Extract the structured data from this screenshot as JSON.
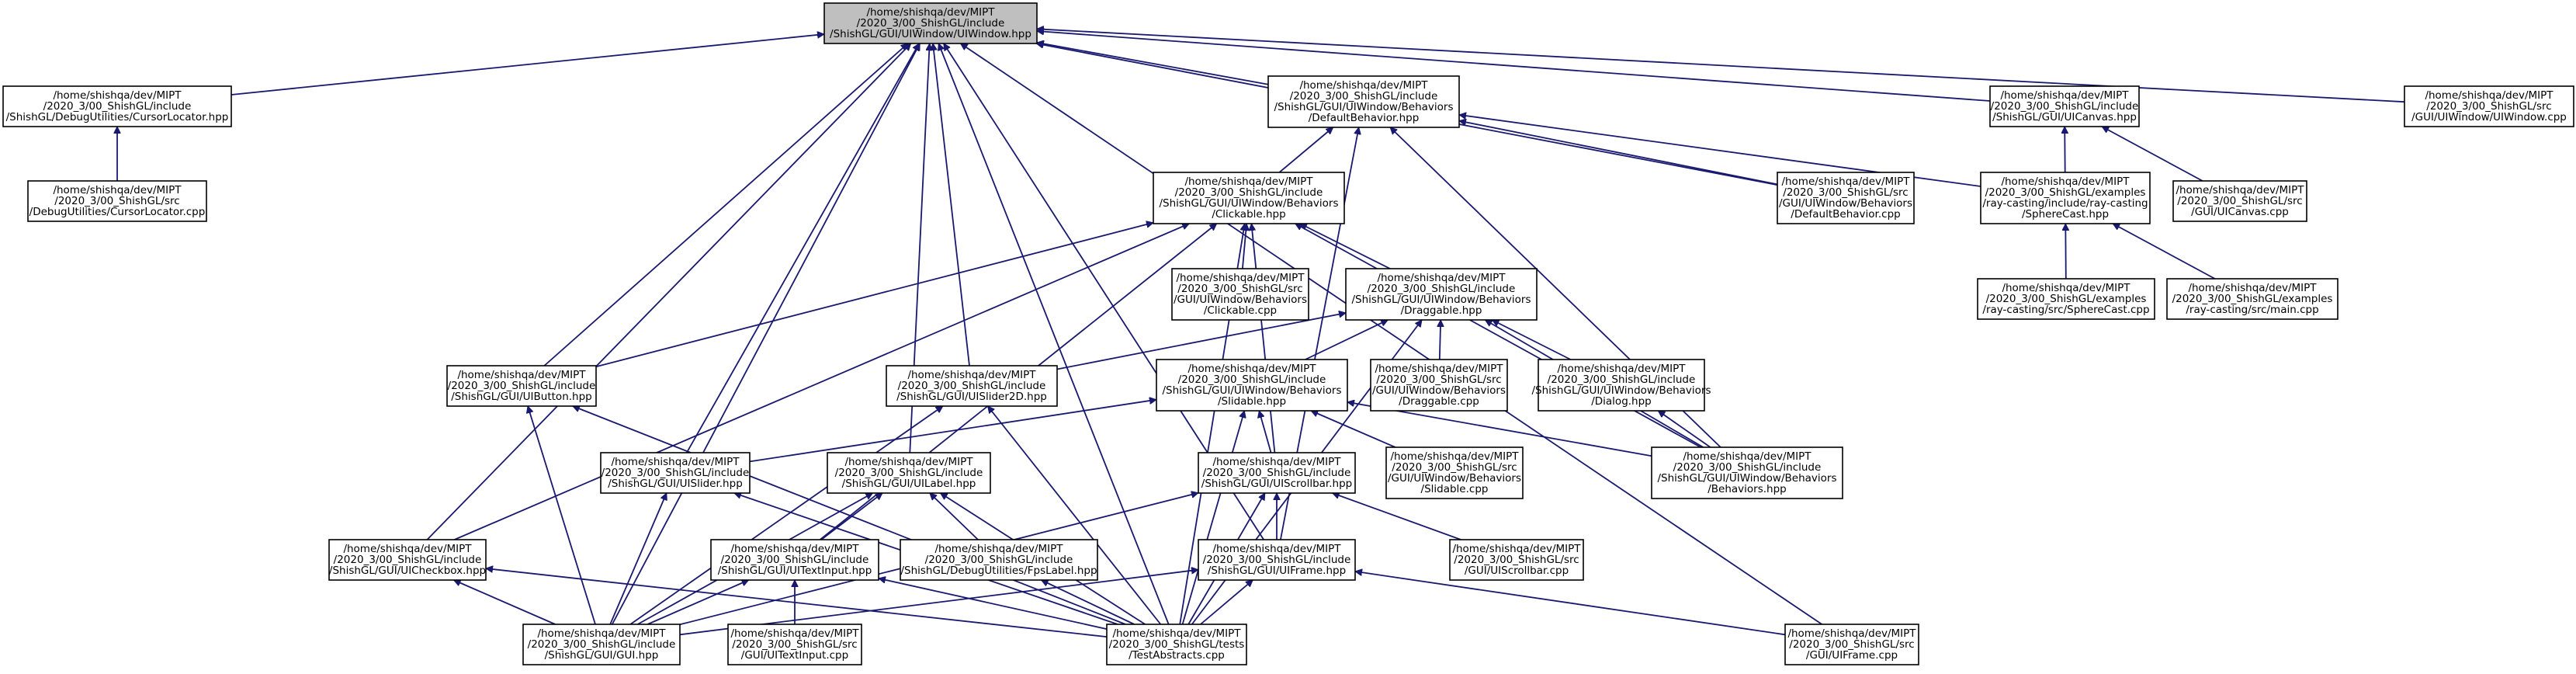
{
  "graph": {
    "colors": {
      "edge": "#191970",
      "node_border": "#000000",
      "node_fill": "#ffffff",
      "root_fill": "#bfbfbf"
    },
    "nodes": [
      {
        "id": "uiwindow_hpp",
        "root": true,
        "lines": [
          "/home/shishqa/dev/MIPT",
          "/2020_3/00_ShishGL/include",
          "/ShishGL/GUI/UIWindow/UIWindow.hpp"
        ]
      },
      {
        "id": "cursorlocator_hpp",
        "lines": [
          "/home/shishqa/dev/MIPT",
          "/2020_3/00_ShishGL/include",
          "/ShishGL/DebugUtilities/CursorLocator.hpp"
        ]
      },
      {
        "id": "cursorlocator_cpp",
        "lines": [
          "/home/shishqa/dev/MIPT",
          "/2020_3/00_ShishGL/src",
          "/DebugUtilities/CursorLocator.cpp"
        ]
      },
      {
        "id": "defaultbehavior_hpp",
        "lines": [
          "/home/shishqa/dev/MIPT",
          "/2020_3/00_ShishGL/include",
          "/ShishGL/GUI/UIWindow/Behaviors",
          "/DefaultBehavior.hpp"
        ]
      },
      {
        "id": "uicanvas_hpp",
        "lines": [
          "/home/shishqa/dev/MIPT",
          "/2020_3/00_ShishGL/include",
          "/ShishGL/GUI/UICanvas.hpp"
        ]
      },
      {
        "id": "uiwindow_cpp",
        "lines": [
          "/home/shishqa/dev/MIPT",
          "/2020_3/00_ShishGL/src",
          "/GUI/UIWindow/UIWindow.cpp"
        ]
      },
      {
        "id": "clickable_hpp",
        "lines": [
          "/home/shishqa/dev/MIPT",
          "/2020_3/00_ShishGL/include",
          "/ShishGL/GUI/UIWindow/Behaviors",
          "/Clickable.hpp"
        ]
      },
      {
        "id": "defaultbehavior_cpp",
        "lines": [
          "/home/shishqa/dev/MIPT",
          "/2020_3/00_ShishGL/src",
          "/GUI/UIWindow/Behaviors",
          "/DefaultBehavior.cpp"
        ]
      },
      {
        "id": "spherecast_hpp",
        "lines": [
          "/home/shishqa/dev/MIPT",
          "/2020_3/00_ShishGL/examples",
          "/ray-casting/include/ray-casting",
          "/SphereCast.hpp"
        ]
      },
      {
        "id": "uicanvas_cpp",
        "lines": [
          "/home/shishqa/dev/MIPT",
          "/2020_3/00_ShishGL/src",
          "/GUI/UICanvas.cpp"
        ]
      },
      {
        "id": "clickable_cpp",
        "lines": [
          "/home/shishqa/dev/MIPT",
          "/2020_3/00_ShishGL/src",
          "/GUI/UIWindow/Behaviors",
          "/Clickable.cpp"
        ]
      },
      {
        "id": "draggable_hpp",
        "lines": [
          "/home/shishqa/dev/MIPT",
          "/2020_3/00_ShishGL/include",
          "/ShishGL/GUI/UIWindow/Behaviors",
          "/Draggable.hpp"
        ]
      },
      {
        "id": "spherecast_cpp",
        "lines": [
          "/home/shishqa/dev/MIPT",
          "/2020_3/00_ShishGL/examples",
          "/ray-casting/src/SphereCast.cpp"
        ]
      },
      {
        "id": "main_cpp",
        "lines": [
          "/home/shishqa/dev/MIPT",
          "/2020_3/00_ShishGL/examples",
          "/ray-casting/src/main.cpp"
        ]
      },
      {
        "id": "uibutton_hpp",
        "lines": [
          "/home/shishqa/dev/MIPT",
          "/2020_3/00_ShishGL/include",
          "/ShishGL/GUI/UIButton.hpp"
        ]
      },
      {
        "id": "uislider2d_hpp",
        "lines": [
          "/home/shishqa/dev/MIPT",
          "/2020_3/00_ShishGL/include",
          "/ShishGL/GUI/UISlider2D.hpp"
        ]
      },
      {
        "id": "slidable_hpp",
        "lines": [
          "/home/shishqa/dev/MIPT",
          "/2020_3/00_ShishGL/include",
          "/ShishGL/GUI/UIWindow/Behaviors",
          "/Slidable.hpp"
        ]
      },
      {
        "id": "draggable_cpp",
        "lines": [
          "/home/shishqa/dev/MIPT",
          "/2020_3/00_ShishGL/src",
          "/GUI/UIWindow/Behaviors",
          "/Draggable.cpp"
        ]
      },
      {
        "id": "dialog_hpp",
        "lines": [
          "/home/shishqa/dev/MIPT",
          "/2020_3/00_ShishGL/include",
          "/ShishGL/GUI/UIWindow/Behaviors",
          "/Dialog.hpp"
        ]
      },
      {
        "id": "uislider_hpp",
        "lines": [
          "/home/shishqa/dev/MIPT",
          "/2020_3/00_ShishGL/include",
          "/ShishGL/GUI/UISlider.hpp"
        ]
      },
      {
        "id": "uilabel_hpp",
        "lines": [
          "/home/shishqa/dev/MIPT",
          "/2020_3/00_ShishGL/include",
          "/ShishGL/GUI/UILabel.hpp"
        ]
      },
      {
        "id": "uiscrollbar_hpp",
        "lines": [
          "/home/shishqa/dev/MIPT",
          "/2020_3/00_ShishGL/include",
          "/ShishGL/GUI/UIScrollbar.hpp"
        ]
      },
      {
        "id": "slidable_cpp",
        "lines": [
          "/home/shishqa/dev/MIPT",
          "/2020_3/00_ShishGL/src",
          "/GUI/UIWindow/Behaviors",
          "/Slidable.cpp"
        ]
      },
      {
        "id": "behaviors_hpp",
        "lines": [
          "/home/shishqa/dev/MIPT",
          "/2020_3/00_ShishGL/include",
          "/ShishGL/GUI/UIWindow/Behaviors",
          "/Behaviors.hpp"
        ]
      },
      {
        "id": "uicheckbox_hpp",
        "lines": [
          "/home/shishqa/dev/MIPT",
          "/2020_3/00_ShishGL/include",
          "/ShishGL/GUI/UICheckbox.hpp"
        ]
      },
      {
        "id": "uitextinput_hpp",
        "lines": [
          "/home/shishqa/dev/MIPT",
          "/2020_3/00_ShishGL/include",
          "/ShishGL/GUI/UITextInput.hpp"
        ]
      },
      {
        "id": "fpslabel_hpp",
        "lines": [
          "/home/shishqa/dev/MIPT",
          "/2020_3/00_ShishGL/include",
          "/ShishGL/DebugUtilities/FpsLabel.hpp"
        ]
      },
      {
        "id": "uiframe_hpp",
        "lines": [
          "/home/shishqa/dev/MIPT",
          "/2020_3/00_ShishGL/include",
          "/ShishGL/GUI/UIFrame.hpp"
        ]
      },
      {
        "id": "uiscrollbar_cpp",
        "lines": [
          "/home/shishqa/dev/MIPT",
          "/2020_3/00_ShishGL/src",
          "/GUI/UIScrollbar.cpp"
        ]
      },
      {
        "id": "gui_hpp",
        "lines": [
          "/home/shishqa/dev/MIPT",
          "/2020_3/00_ShishGL/include",
          "/ShishGL/GUI/GUI.hpp"
        ]
      },
      {
        "id": "uitextinput_cpp",
        "lines": [
          "/home/shishqa/dev/MIPT",
          "/2020_3/00_ShishGL/src",
          "/GUI/UITextInput.cpp"
        ]
      },
      {
        "id": "testabstracts_cpp",
        "lines": [
          "/home/shishqa/dev/MIPT",
          "/2020_3/00_ShishGL/tests",
          "/TestAbstracts.cpp"
        ]
      },
      {
        "id": "uiframe_cpp",
        "lines": [
          "/home/shishqa/dev/MIPT",
          "/2020_3/00_ShishGL/src",
          "/GUI/UIFrame.cpp"
        ]
      }
    ],
    "edges": [
      {
        "from": "cursorlocator_hpp",
        "to": "uiwindow_hpp"
      },
      {
        "from": "defaultbehavior_hpp",
        "to": "uiwindow_hpp"
      },
      {
        "from": "uicanvas_hpp",
        "to": "uiwindow_hpp"
      },
      {
        "from": "uiwindow_cpp",
        "to": "uiwindow_hpp"
      },
      {
        "from": "defaultbehavior_cpp",
        "to": "uiwindow_hpp"
      },
      {
        "from": "uibutton_hpp",
        "to": "uiwindow_hpp"
      },
      {
        "from": "uislider2d_hpp",
        "to": "uiwindow_hpp"
      },
      {
        "from": "uislider_hpp",
        "to": "uiwindow_hpp"
      },
      {
        "from": "uilabel_hpp",
        "to": "uiwindow_hpp"
      },
      {
        "from": "uicheckbox_hpp",
        "to": "uiwindow_hpp"
      },
      {
        "from": "uiframe_hpp",
        "to": "uiwindow_hpp"
      },
      {
        "from": "gui_hpp",
        "to": "uiwindow_hpp"
      },
      {
        "from": "testabstracts_cpp",
        "to": "uiwindow_hpp"
      },
      {
        "from": "uiframe_cpp",
        "to": "uiwindow_hpp"
      },
      {
        "from": "cursorlocator_cpp",
        "to": "cursorlocator_hpp"
      },
      {
        "from": "clickable_hpp",
        "to": "defaultbehavior_hpp"
      },
      {
        "from": "defaultbehavior_cpp",
        "to": "defaultbehavior_hpp"
      },
      {
        "from": "spherecast_hpp",
        "to": "defaultbehavior_hpp"
      },
      {
        "from": "behaviors_hpp",
        "to": "defaultbehavior_hpp"
      },
      {
        "from": "uiframe_hpp",
        "to": "defaultbehavior_hpp"
      },
      {
        "from": "spherecast_hpp",
        "to": "uicanvas_hpp"
      },
      {
        "from": "uicanvas_cpp",
        "to": "uicanvas_hpp"
      },
      {
        "from": "spherecast_cpp",
        "to": "spherecast_hpp"
      },
      {
        "from": "main_cpp",
        "to": "spherecast_hpp"
      },
      {
        "from": "clickable_cpp",
        "to": "clickable_hpp"
      },
      {
        "from": "draggable_hpp",
        "to": "clickable_hpp"
      },
      {
        "from": "uibutton_hpp",
        "to": "clickable_hpp"
      },
      {
        "from": "uicheckbox_hpp",
        "to": "clickable_hpp"
      },
      {
        "from": "uitextinput_hpp",
        "to": "clickable_hpp"
      },
      {
        "from": "uiscrollbar_hpp",
        "to": "clickable_hpp"
      },
      {
        "from": "behaviors_hpp",
        "to": "clickable_hpp"
      },
      {
        "from": "testabstracts_cpp",
        "to": "clickable_hpp"
      },
      {
        "from": "slidable_hpp",
        "to": "draggable_hpp"
      },
      {
        "from": "draggable_cpp",
        "to": "draggable_hpp"
      },
      {
        "from": "dialog_hpp",
        "to": "draggable_hpp"
      },
      {
        "from": "uislider2d_hpp",
        "to": "draggable_hpp"
      },
      {
        "from": "behaviors_hpp",
        "to": "draggable_hpp"
      },
      {
        "from": "testabstracts_cpp",
        "to": "draggable_hpp"
      },
      {
        "from": "uislider_hpp",
        "to": "slidable_hpp"
      },
      {
        "from": "uiscrollbar_hpp",
        "to": "slidable_hpp"
      },
      {
        "from": "slidable_cpp",
        "to": "slidable_hpp"
      },
      {
        "from": "behaviors_hpp",
        "to": "slidable_hpp"
      },
      {
        "from": "testabstracts_cpp",
        "to": "slidable_hpp"
      },
      {
        "from": "behaviors_hpp",
        "to": "dialog_hpp"
      },
      {
        "from": "gui_hpp",
        "to": "uibutton_hpp"
      },
      {
        "from": "testabstracts_cpp",
        "to": "uibutton_hpp"
      },
      {
        "from": "gui_hpp",
        "to": "uislider2d_hpp"
      },
      {
        "from": "testabstracts_cpp",
        "to": "uislider2d_hpp"
      },
      {
        "from": "gui_hpp",
        "to": "uislider_hpp"
      },
      {
        "from": "testabstracts_cpp",
        "to": "uislider_hpp"
      },
      {
        "from": "uitextinput_hpp",
        "to": "uilabel_hpp"
      },
      {
        "from": "fpslabel_hpp",
        "to": "uilabel_hpp"
      },
      {
        "from": "gui_hpp",
        "to": "uilabel_hpp"
      },
      {
        "from": "testabstracts_cpp",
        "to": "uilabel_hpp"
      },
      {
        "from": "uiframe_hpp",
        "to": "uiscrollbar_hpp"
      },
      {
        "from": "uiscrollbar_cpp",
        "to": "uiscrollbar_hpp"
      },
      {
        "from": "gui_hpp",
        "to": "uiscrollbar_hpp"
      },
      {
        "from": "testabstracts_cpp",
        "to": "uiscrollbar_hpp"
      },
      {
        "from": "gui_hpp",
        "to": "uicheckbox_hpp"
      },
      {
        "from": "testabstracts_cpp",
        "to": "uicheckbox_hpp"
      },
      {
        "from": "gui_hpp",
        "to": "uitextinput_hpp"
      },
      {
        "from": "uitextinput_cpp",
        "to": "uitextinput_hpp"
      },
      {
        "from": "testabstracts_cpp",
        "to": "uitextinput_hpp"
      },
      {
        "from": "testabstracts_cpp",
        "to": "fpslabel_hpp"
      },
      {
        "from": "gui_hpp",
        "to": "uiframe_hpp"
      },
      {
        "from": "testabstracts_cpp",
        "to": "uiframe_hpp"
      },
      {
        "from": "uiframe_cpp",
        "to": "uiframe_hpp"
      }
    ]
  }
}
